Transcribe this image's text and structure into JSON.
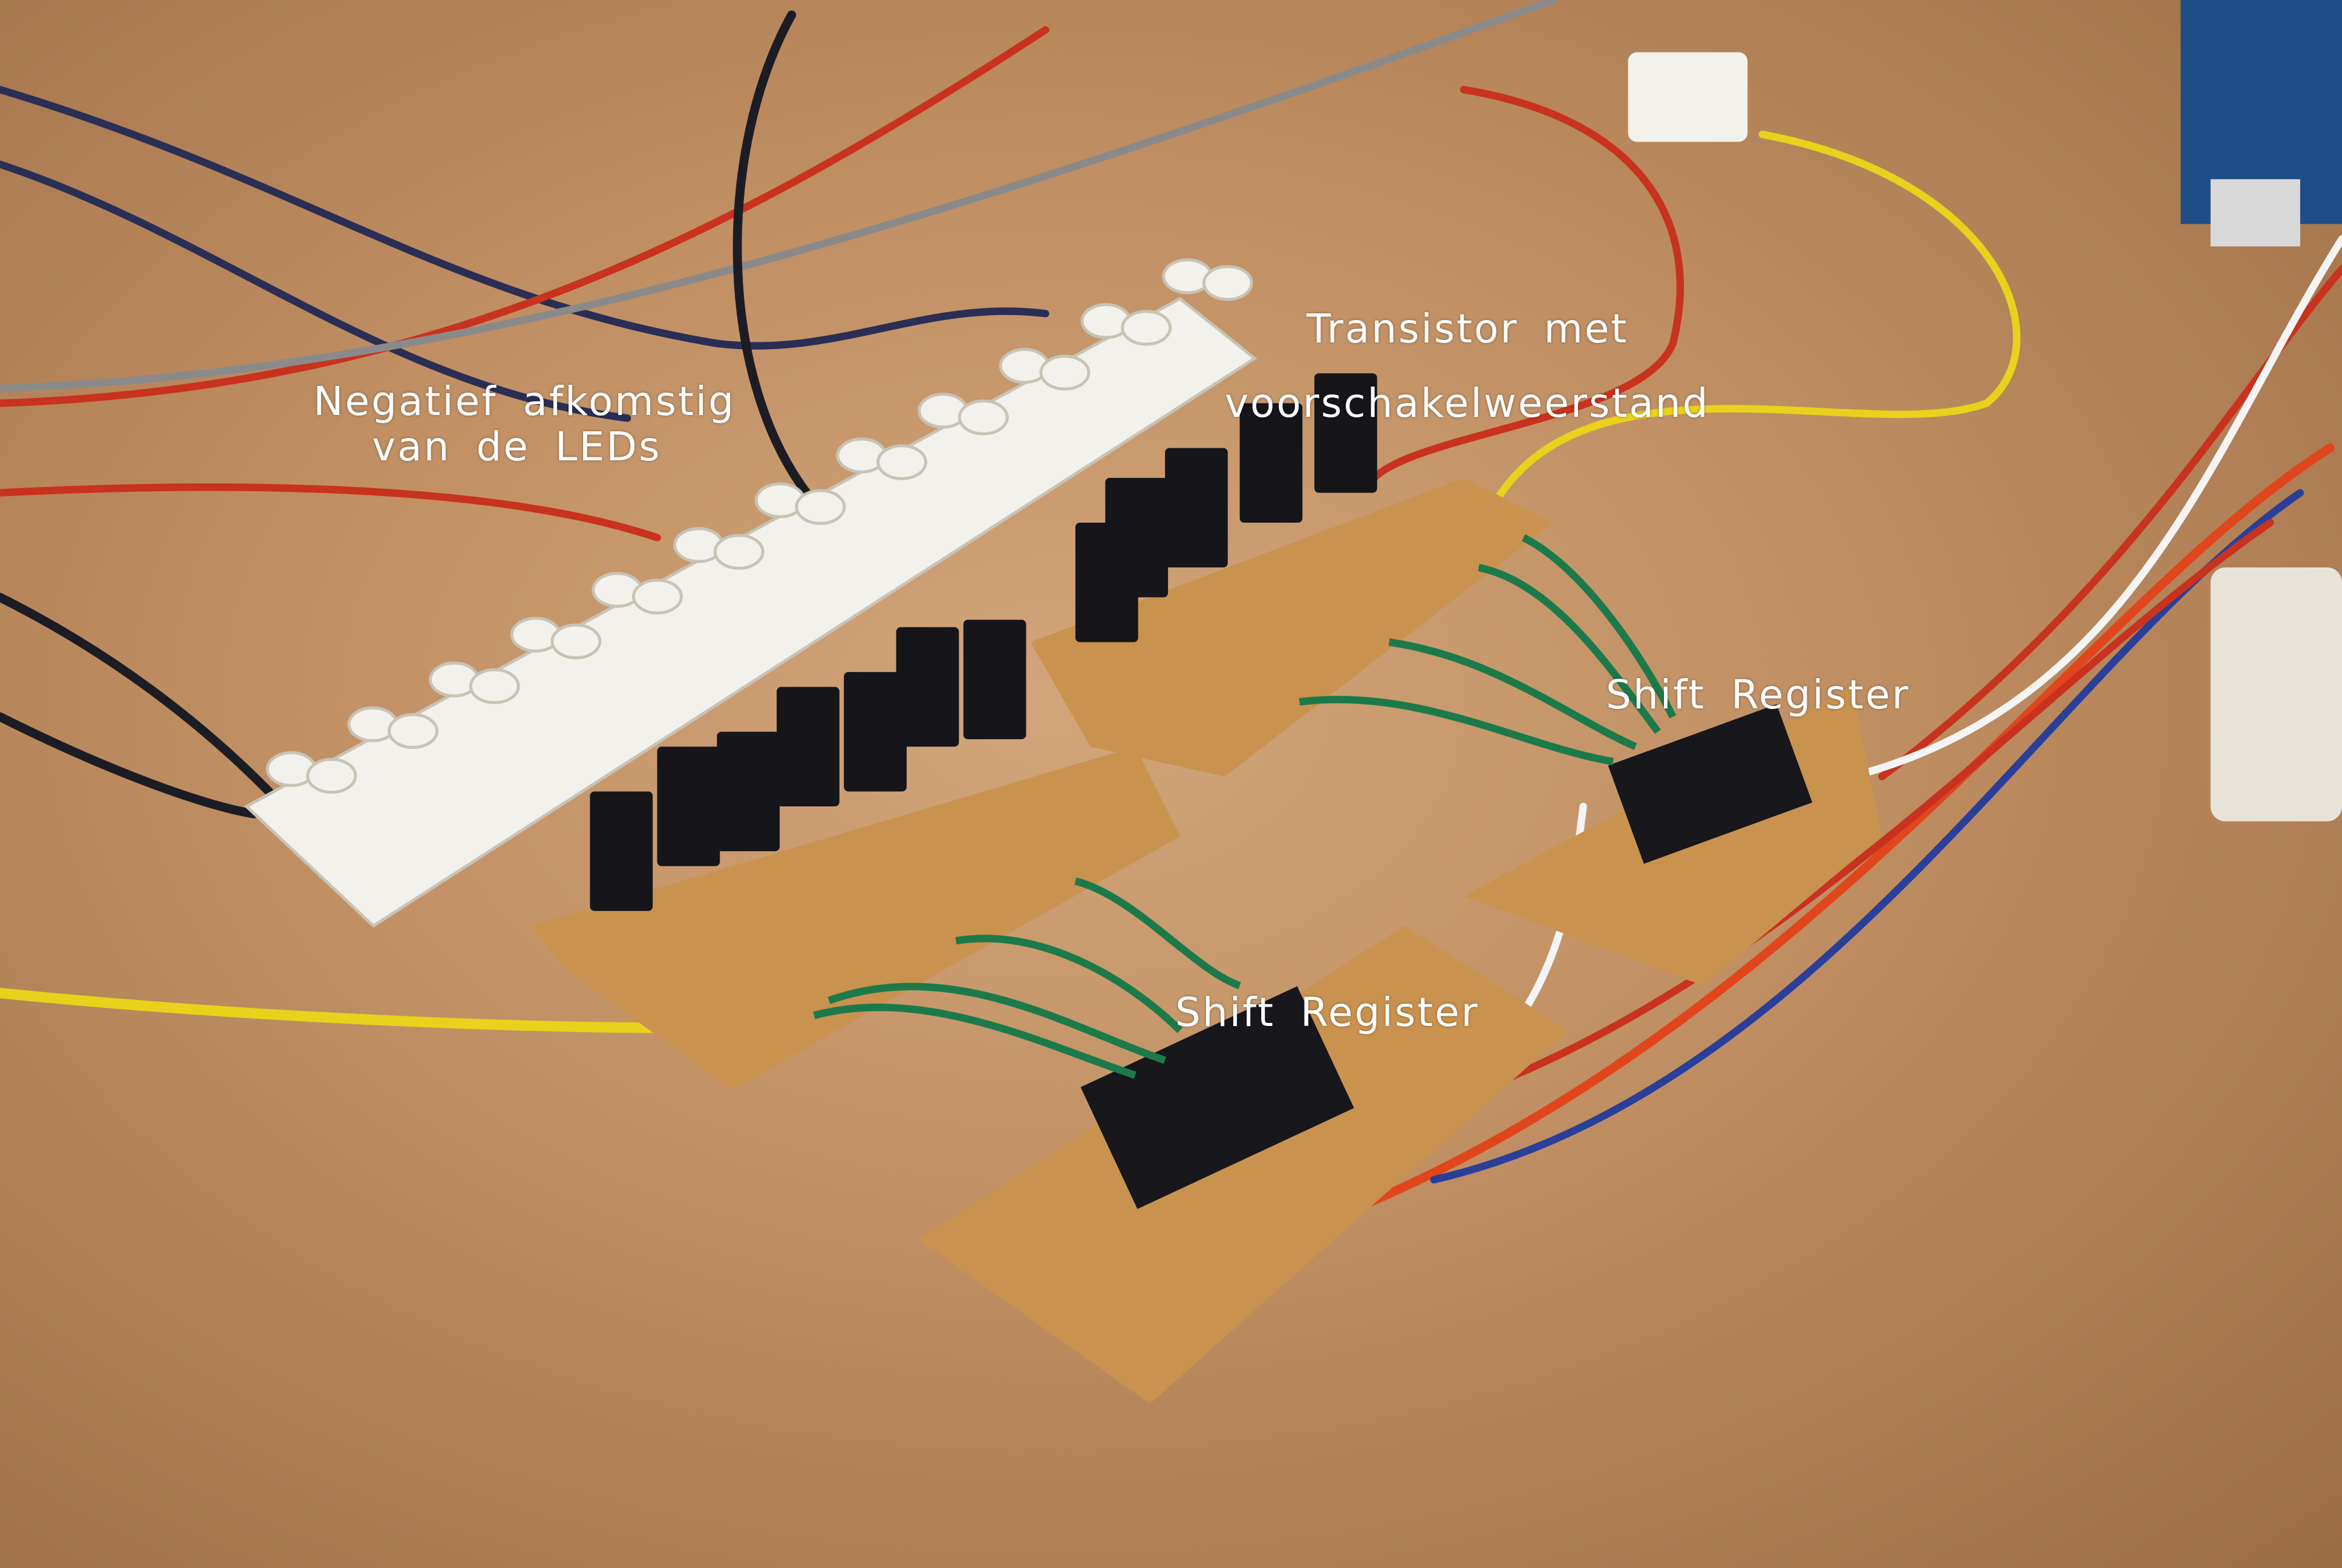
{
  "annotations": {
    "negative_line1": "Negatief afkomstig",
    "negative_line2": "van de LEDs",
    "transistor_line1": "Transistor met",
    "transistor_line2": "voorschakelweerstand",
    "shift_register_right": "Shift Register",
    "shift_register_front": "Shift Register"
  },
  "colors": {
    "board": "#c9924f",
    "terminal": "#f3f1ec",
    "wire_green": "#1c7a4a",
    "wire_red": "#d8321f",
    "wire_yellow": "#e8d21c",
    "wire_blue": "#2a3f9a",
    "wire_black": "#1a1a22"
  }
}
